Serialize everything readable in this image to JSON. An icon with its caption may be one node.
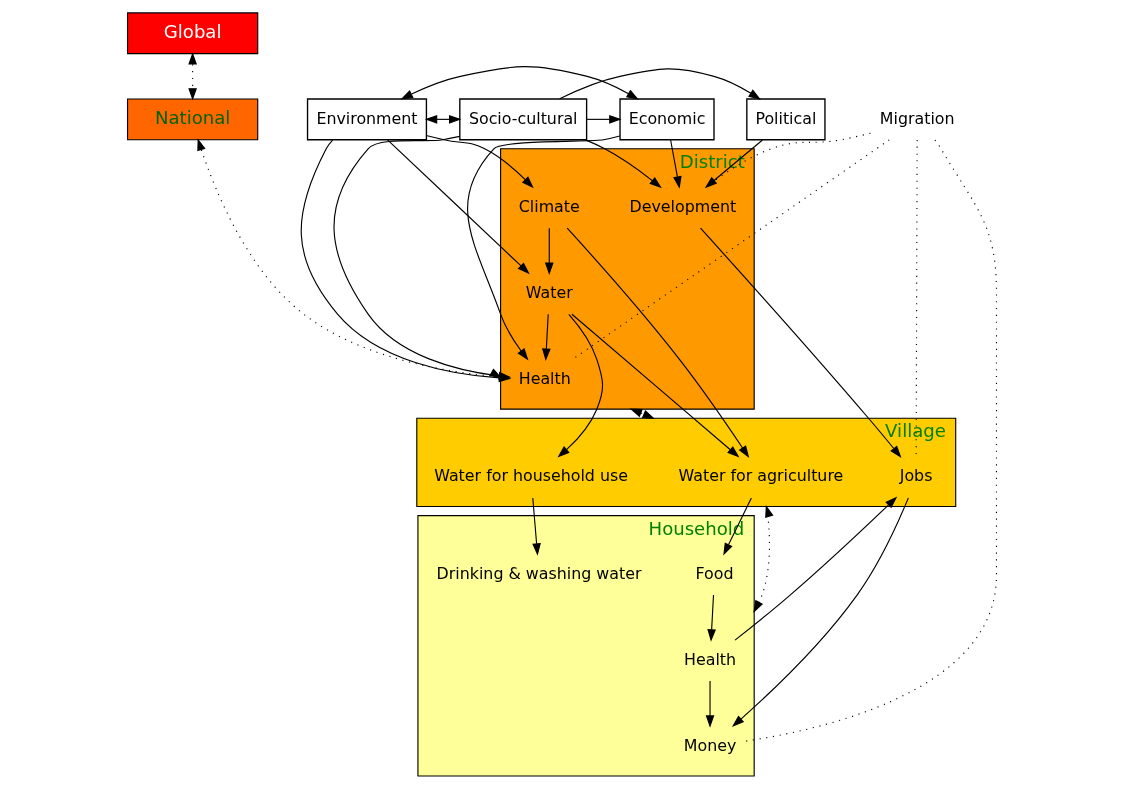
{
  "diagram": {
    "nodes": [
      {
        "text": [
          "Global"
        ]
      },
      {
        "text": [
          "National"
        ]
      },
      {
        "text": [
          "Environment"
        ]
      },
      {
        "text": [
          "Socio-cultural"
        ]
      },
      {
        "text": [
          "Economic"
        ]
      },
      {
        "text": [
          "Political"
        ]
      },
      {
        "text": [
          "District"
        ]
      },
      {
        "text": [
          "Climate"
        ],
        "in": 6
      },
      {
        "text": [
          "Water"
        ],
        "in": 6
      },
      {
        "text": [
          "Health"
        ],
        "in": 6
      },
      {
        "text": [
          "Development"
        ],
        "in": 6
      },
      {
        "text": [
          "Migration"
        ]
      },
      {
        "text": [
          "Village"
        ]
      },
      {
        "text": [
          "Water for household use"
        ],
        "in": 12
      },
      {
        "text": [
          "Water for agriculture"
        ],
        "in": 12
      },
      {
        "text": [
          "Jobs"
        ],
        "in": 12
      },
      {
        "text": [
          "Household"
        ]
      },
      {
        "text": [
          "Drinking & washing water"
        ],
        "in": 16
      },
      {
        "text": [
          "Food"
        ],
        "in": 16
      },
      {
        "text": [
          "Health"
        ],
        "in": 16
      },
      {
        "text": [
          "Money"
        ],
        "in": 16
      }
    ],
    "edges": [
      {
        "from": 2,
        "to": 3,
        "arrow": "both"
      },
      {
        "from": 3,
        "to": 4,
        "arrow": "to"
      },
      {
        "from": 3,
        "to": 5,
        "arrow": "to"
      },
      {
        "from": 2,
        "to": 4,
        "arrow": "both"
      },
      {
        "from": 2,
        "to": 7,
        "arrow": "to"
      },
      {
        "from": 2,
        "to": 8,
        "arrow": "to"
      },
      {
        "from": 2,
        "to": 9,
        "arrow": "to"
      },
      {
        "from": 3,
        "to": 9,
        "arrow": "to"
      },
      {
        "from": 3,
        "to": 10,
        "arrow": "to"
      },
      {
        "from": 4,
        "to": 9,
        "arrow": "to"
      },
      {
        "from": 4,
        "to": 10,
        "arrow": "to"
      },
      {
        "from": 5,
        "to": 10,
        "arrow": "to"
      },
      {
        "from": 7,
        "to": 8,
        "arrow": "to"
      },
      {
        "from": 8,
        "to": 9,
        "arrow": "to"
      },
      {
        "from": 8,
        "to": 13,
        "arrow": "to"
      },
      {
        "from": 8,
        "to": 14,
        "arrow": "to"
      },
      {
        "from": 7,
        "to": 14,
        "arrow": "to"
      },
      {
        "from": 10,
        "to": 15,
        "arrow": "to"
      },
      {
        "from": 13,
        "to": 17,
        "arrow": "to"
      },
      {
        "from": 14,
        "to": 18,
        "arrow": "to"
      },
      {
        "from": 18,
        "to": 19,
        "arrow": "to"
      },
      {
        "from": 19,
        "to": 15,
        "arrow": "to"
      },
      {
        "from": 19,
        "to": 20,
        "arrow": "to"
      },
      {
        "from": 15,
        "to": 20,
        "arrow": "to"
      },
      {
        "from": 11,
        "to": 9,
        "arrow": "none",
        "style": "dashed"
      },
      {
        "from": 11,
        "to": 10,
        "arrow": "none",
        "style": "dashed"
      },
      {
        "from": 11,
        "to": 15,
        "arrow": "none",
        "style": "dashed"
      },
      {
        "from": 11,
        "to": 20,
        "arrow": "none",
        "style": "dashed"
      },
      {
        "from": 0,
        "to": 1,
        "arrow": "both",
        "style": "dashed"
      },
      {
        "from": 1,
        "to": 6,
        "arrow": "both",
        "style": "dashed"
      },
      {
        "from": 6,
        "to": 12,
        "arrow": "both",
        "style": "dashed"
      },
      {
        "from": 12,
        "to": 16,
        "arrow": "both",
        "style": "dashed"
      }
    ]
  }
}
